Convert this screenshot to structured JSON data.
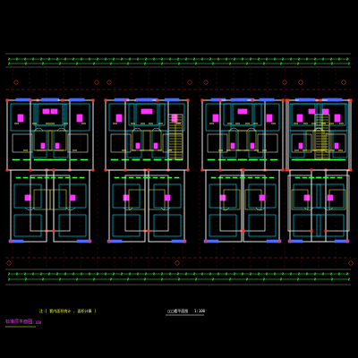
{
  "app": {
    "background": "#000000",
    "drawing_type": "CAD floor plan (residential, symmetric units)"
  },
  "colors": {
    "wall": "#ffffff",
    "axis": "#ff3333",
    "dimension": "#33ff33",
    "cyan": "#00e5ff",
    "magenta": "#ff33ff",
    "yellow": "#ffff33",
    "blue": "#4d6bff",
    "frame": "#8a8a8a"
  },
  "annotations": {
    "legend_note": "注:[ 套内面积统计 , 面积计算 ]",
    "plan_title": "□□□楼平面图",
    "scale_note": "1:100",
    "plan_label": "标准层平面图",
    "plan_label_scale": "1:100"
  }
}
